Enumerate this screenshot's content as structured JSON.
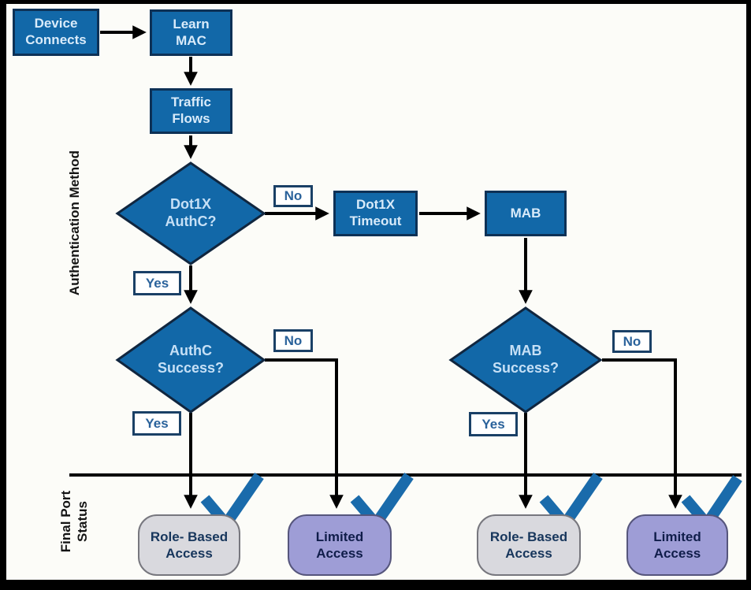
{
  "diagram": {
    "section_labels": {
      "authentication_method": "Authentication Method",
      "final_port_status": "Final Port\nStatus"
    },
    "nodes": {
      "device_connects": "Device\nConnects",
      "learn_mac": "Learn\nMAC",
      "traffic_flows": "Traffic\nFlows",
      "dot1x_authc": "Dot1X\nAuthC?",
      "dot1x_timeout": "Dot1X\nTimeout",
      "mab": "MAB",
      "authc_success": "AuthC\nSuccess?",
      "mab_success": "MAB\nSuccess?"
    },
    "outcomes": {
      "role_based_1": "Role- Based\nAccess",
      "limited_1": "Limited\nAccess",
      "role_based_2": "Role- Based\nAccess",
      "limited_2": "Limited\nAccess"
    },
    "edge_labels": {
      "dot1x_no": "No",
      "dot1x_yes": "Yes",
      "authc_no": "No",
      "authc_yes": "Yes",
      "mab_no": "No",
      "mab_yes": "Yes"
    },
    "icons": {
      "checkmark": "✓"
    },
    "colors": {
      "node_fill": "#1268a8",
      "node_border": "#0d3156",
      "node_text": "#d9ebfa",
      "edge_label_border": "#1a4066",
      "edge_label_text": "#2a629b",
      "outcome_gray_fill": "#d9d9de",
      "outcome_purple_fill": "#9e9dd6",
      "checkmark": "#1a6bab",
      "connector": "#000000",
      "frame": "#000000",
      "background": "#fcfcf8"
    }
  }
}
